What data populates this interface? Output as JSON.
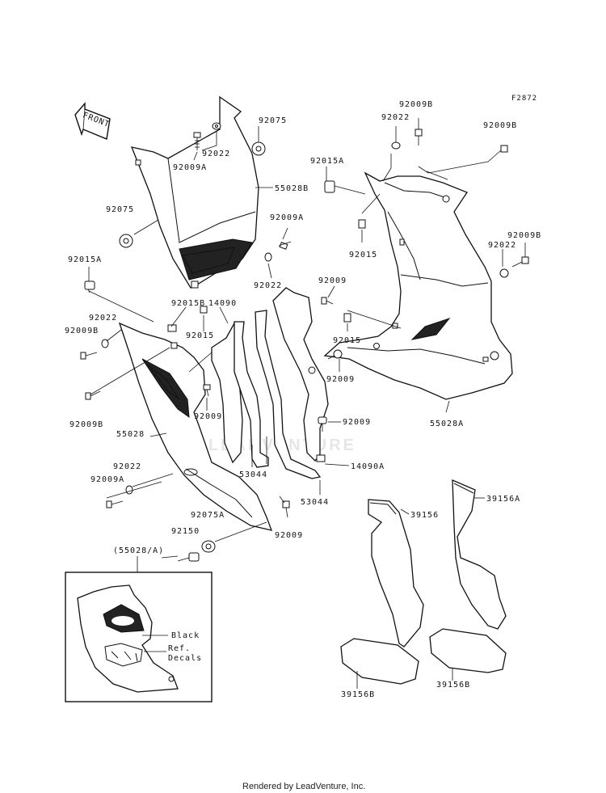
{
  "diagram_code": "F2872",
  "front_arrow_label": "FRONT",
  "watermark": "LEADVENTURE",
  "footer": "Rendered by LeadVenture, Inc.",
  "inset": {
    "ref_label": "(55028/A)",
    "black_label": "Black",
    "decals_label_1": "Ref.",
    "decals_label_2": "Decals"
  },
  "parts": [
    {
      "id": "p1",
      "number": "92075"
    },
    {
      "id": "p2",
      "number": "92022"
    },
    {
      "id": "p3",
      "number": "92009A"
    },
    {
      "id": "p4",
      "number": "55028B"
    },
    {
      "id": "p5",
      "number": "92075"
    },
    {
      "id": "p6",
      "number": "92009A"
    },
    {
      "id": "p7",
      "number": "92022"
    },
    {
      "id": "p8",
      "number": "92015A"
    },
    {
      "id": "p9",
      "number": "92015B"
    },
    {
      "id": "p10",
      "number": "14090"
    },
    {
      "id": "p11",
      "number": "92015"
    },
    {
      "id": "p12",
      "number": "92022"
    },
    {
      "id": "p13",
      "number": "92009B"
    },
    {
      "id": "p14",
      "number": "92009B"
    },
    {
      "id": "p15",
      "number": "92009"
    },
    {
      "id": "p16",
      "number": "55028"
    },
    {
      "id": "p17",
      "number": "92022"
    },
    {
      "id": "p18",
      "number": "92009A"
    },
    {
      "id": "p19",
      "number": "53044"
    },
    {
      "id": "p20",
      "number": "53044"
    },
    {
      "id": "p21",
      "number": "92009"
    },
    {
      "id": "p22",
      "number": "92075A"
    },
    {
      "id": "p23",
      "number": "92150"
    },
    {
      "id": "p24",
      "number": "92009B"
    },
    {
      "id": "p25",
      "number": "92022"
    },
    {
      "id": "p26",
      "number": "92009B"
    },
    {
      "id": "p27",
      "number": "92015A"
    },
    {
      "id": "p28",
      "number": "92015"
    },
    {
      "id": "p29",
      "number": "92009B"
    },
    {
      "id": "p30",
      "number": "92022"
    },
    {
      "id": "p31",
      "number": "92009"
    },
    {
      "id": "p32",
      "number": "92015"
    },
    {
      "id": "p33",
      "number": "92009"
    },
    {
      "id": "p34",
      "number": "55028A"
    },
    {
      "id": "p35",
      "number": "92009"
    },
    {
      "id": "p36",
      "number": "14090A"
    },
    {
      "id": "p37",
      "number": "39156"
    },
    {
      "id": "p38",
      "number": "39156A"
    },
    {
      "id": "p39",
      "number": "39156B"
    },
    {
      "id": "p40",
      "number": "39156B"
    }
  ]
}
